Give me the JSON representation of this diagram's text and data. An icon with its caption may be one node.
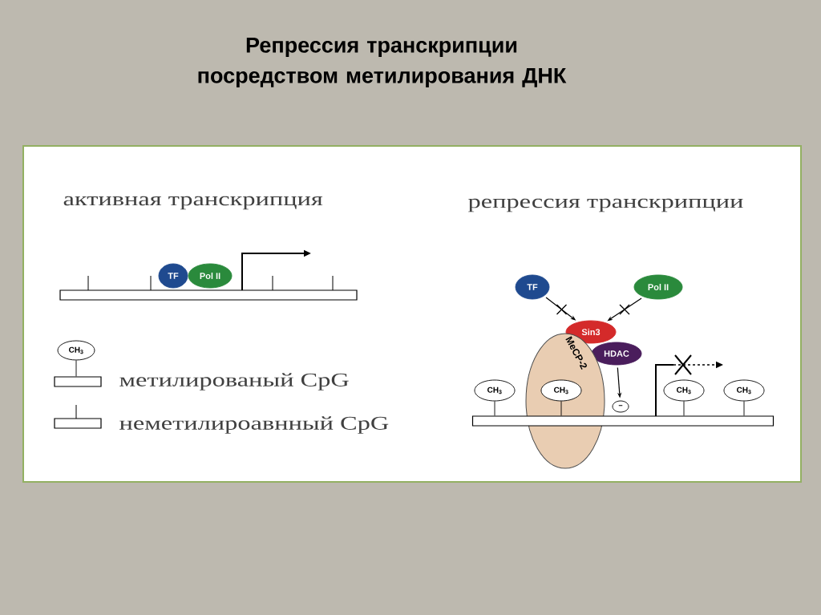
{
  "diagram": {
    "title": "Репрессия транскрипции посредством метилирования ДНК",
    "nodes": [
      {
        "text": [
          "TF"
        ]
      },
      {
        "text": [
          "Pol II"
        ]
      },
      {
        "text": [
          "TF"
        ]
      },
      {
        "text": [
          "Pol II"
        ]
      },
      {
        "text": [
          "Sin3"
        ]
      },
      {
        "text": [
          "HDAC"
        ]
      },
      {
        "text": [
          "MeCP-2"
        ]
      },
      {
        "text": [
          "CH$_{3}$"
        ],
        "in": 6
      },
      {
        "text": [
          "CH$_{3}$"
        ]
      },
      {
        "text": [
          "CH$_{3}$"
        ]
      },
      {
        "text": [
          "CH$_{3}$"
        ]
      },
      {
        "text": [
          "−"
        ]
      },
      {
        "text": [
          "CH$_{3}$"
        ]
      },
      {
        "text": [],
        "shape": "bar"
      },
      {
        "text": [],
        "shape": "bar"
      },
      {
        "text": [],
        "shape": "bar"
      },
      {
        "text": [],
        "shape": "bar"
      }
    ],
    "edges": [
      {
        "from": 2,
        "to": 4,
        "arrow": "to"
      },
      {
        "from": 3,
        "to": 4,
        "arrow": "to"
      },
      {
        "from": 5,
        "to": 11,
        "arrow": "to"
      },
      {
        "from": 12,
        "to": 15,
        "arrow": "none"
      },
      {
        "from": 8,
        "to": 14,
        "arrow": "none"
      },
      {
        "from": 7,
        "to": 14,
        "arrow": "none"
      },
      {
        "from": 9,
        "to": 14,
        "arrow": "none"
      },
      {
        "from": 10,
        "to": 14,
        "arrow": "none"
      }
    ],
    "labels": [
      "активная транскрипция",
      "репрессия транскрипции",
      "метилированый CpG",
      "неметилироавнный CpG"
    ]
  }
}
